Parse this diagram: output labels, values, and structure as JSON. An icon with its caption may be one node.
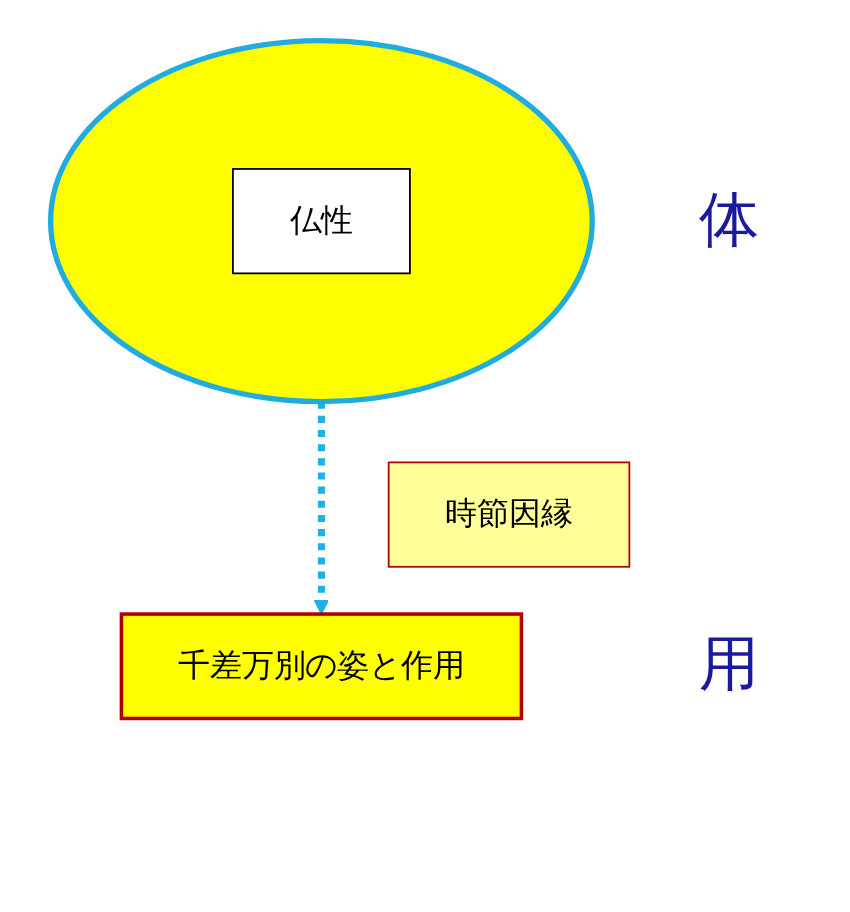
{
  "diagram": {
    "nodes": [
      {
        "text": [],
        "shape": "ellipse"
      },
      {
        "text": [
          "仏性"
        ],
        "in": 0
      },
      {
        "text": [
          "時節因縁"
        ]
      },
      {
        "text": [
          "千差万別の姿と作用"
        ]
      }
    ],
    "edges": [
      {
        "from": 0,
        "to": 3,
        "arrow": "to",
        "style": "dashed",
        "color": "#1fb0e6"
      }
    ],
    "labels": [
      "体",
      "用"
    ]
  }
}
